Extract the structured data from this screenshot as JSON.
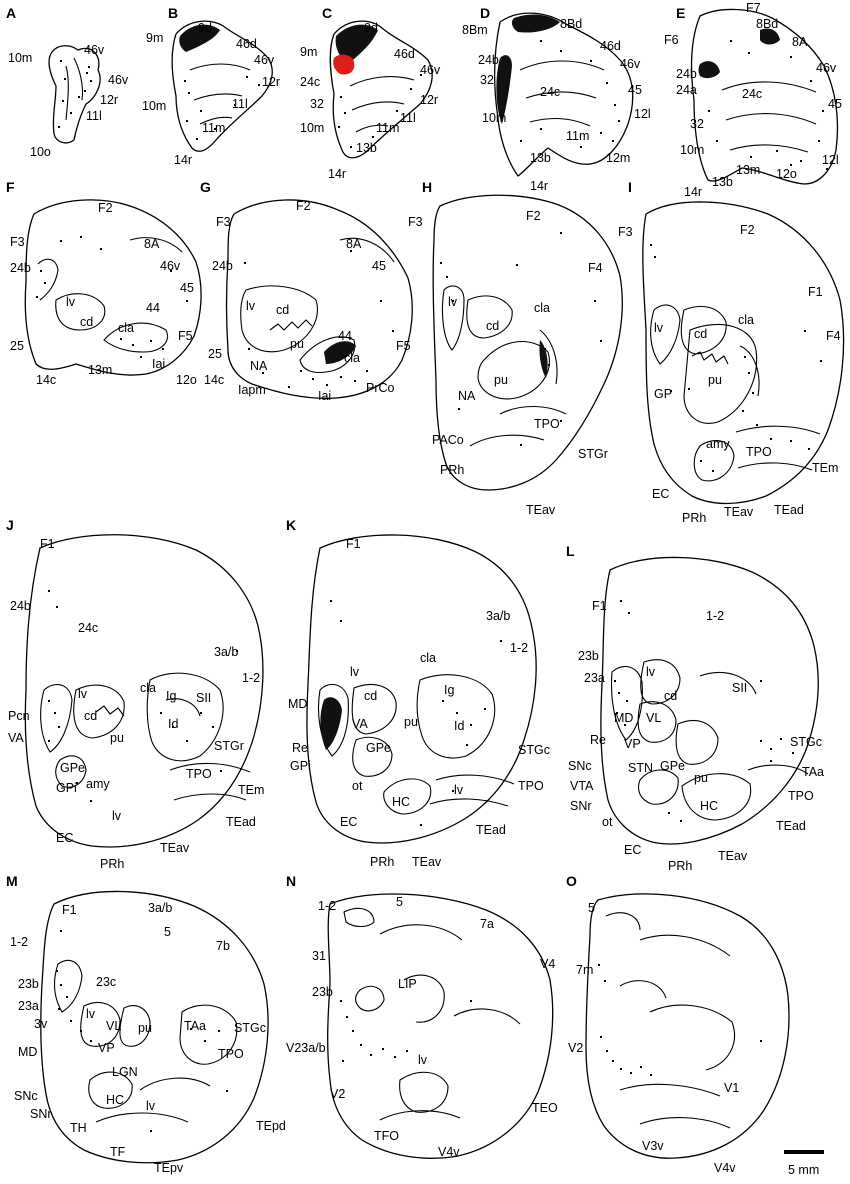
{
  "figure": {
    "scale_bar_label": "5 mm",
    "accent_color": "#e01b1b",
    "panels": [
      {
        "id": "A",
        "labels": [
          "10m",
          "46v",
          "46v",
          "12r",
          "11l",
          "10o"
        ]
      },
      {
        "id": "B",
        "labels": [
          "9m",
          "9d",
          "46d",
          "46v",
          "12r",
          "10m",
          "11l",
          "11m",
          "14r"
        ]
      },
      {
        "id": "C",
        "labels": [
          "9d",
          "9m",
          "46d",
          "46v",
          "24c",
          "12r",
          "32",
          "11l",
          "10m",
          "11m",
          "13b",
          "14r"
        ]
      },
      {
        "id": "D",
        "labels": [
          "8Bm",
          "8Bd",
          "24b",
          "46d",
          "46v",
          "32",
          "24c",
          "45",
          "10m",
          "12l",
          "11m",
          "13b",
          "12m",
          "14r"
        ]
      },
      {
        "id": "E",
        "labels": [
          "F7",
          "F6",
          "8Bd",
          "8A",
          "24b",
          "46v",
          "24a",
          "24c",
          "45",
          "32",
          "10m",
          "13m",
          "12l",
          "14r",
          "13b",
          "12o"
        ]
      },
      {
        "id": "F",
        "labels": [
          "F2",
          "F3",
          "8A",
          "24b",
          "46v",
          "45",
          "lv",
          "44",
          "cd",
          "cla",
          "F5",
          "25",
          "Iai",
          "14c",
          "13m",
          "12o"
        ]
      },
      {
        "id": "G",
        "labels": [
          "F3",
          "F2",
          "8A",
          "24b",
          "45",
          "lv",
          "cd",
          "pu",
          "44",
          "cla",
          "F5",
          "25",
          "NA",
          "14c",
          "Iapm",
          "Iai",
          "PrCo"
        ]
      },
      {
        "id": "H",
        "labels": [
          "F3",
          "F2",
          "F4",
          "lv",
          "cd",
          "cla",
          "pu",
          "NA",
          "TPO",
          "STGr",
          "PACo",
          "PRh",
          "TEav"
        ]
      },
      {
        "id": "I",
        "labels": [
          "F3",
          "F2",
          "F1",
          "cla",
          "lv",
          "cd",
          "F4",
          "pu",
          "GP",
          "amy",
          "TPO",
          "TEm",
          "EC",
          "TEad",
          "PRh",
          "TEav"
        ]
      },
      {
        "id": "J",
        "labels": [
          "F1",
          "24b",
          "24c",
          "3a/b",
          "1-2",
          "lv",
          "cd",
          "cla",
          "Ig",
          "SII",
          "Pcn",
          "Id",
          "VA",
          "pu",
          "STGr",
          "GPe",
          "GPi",
          "amy",
          "TPO",
          "TEm",
          "lv",
          "EC",
          "TEad",
          "PRh",
          "TEav"
        ]
      },
      {
        "id": "K",
        "labels": [
          "F1",
          "3a/b",
          "1-2",
          "cla",
          "lv",
          "cd",
          "Ig",
          "MD",
          "VA",
          "pu",
          "Id",
          "Re",
          "GPe",
          "STGc",
          "GPi",
          "TPO",
          "ot",
          "lv",
          "HC",
          "EC",
          "TEad",
          "PRh",
          "TEav"
        ]
      },
      {
        "id": "L",
        "labels": [
          "F1",
          "1-2",
          "23b",
          "23a",
          "SII",
          "lv",
          "cd",
          "MD",
          "VL",
          "Re",
          "VP",
          "STGc",
          "SNc",
          "STN",
          "GPe",
          "pu",
          "TAa",
          "VTA",
          "SNr",
          "TPO",
          "ot",
          "HC",
          "TEad",
          "EC",
          "PRh",
          "TEav"
        ]
      },
      {
        "id": "M",
        "labels": [
          "F1",
          "3a/b",
          "1-2",
          "5",
          "7b",
          "23b",
          "23c",
          "23a",
          "3v",
          "lv",
          "VL",
          "pu",
          "TAa",
          "STGc",
          "MD",
          "VP",
          "TPO",
          "LGN",
          "SNc",
          "HC",
          "lv",
          "SNr",
          "TH",
          "TEpd",
          "TF",
          "TEpv"
        ]
      },
      {
        "id": "N",
        "labels": [
          "1-2",
          "5",
          "7a",
          "31",
          "LIP",
          "V4",
          "23b",
          "V23a/b",
          "lv",
          "V2",
          "TEO",
          "TFO",
          "V4v"
        ]
      },
      {
        "id": "O",
        "labels": [
          "5",
          "7m",
          "V2",
          "V1",
          "V3v",
          "V4v"
        ]
      }
    ]
  }
}
